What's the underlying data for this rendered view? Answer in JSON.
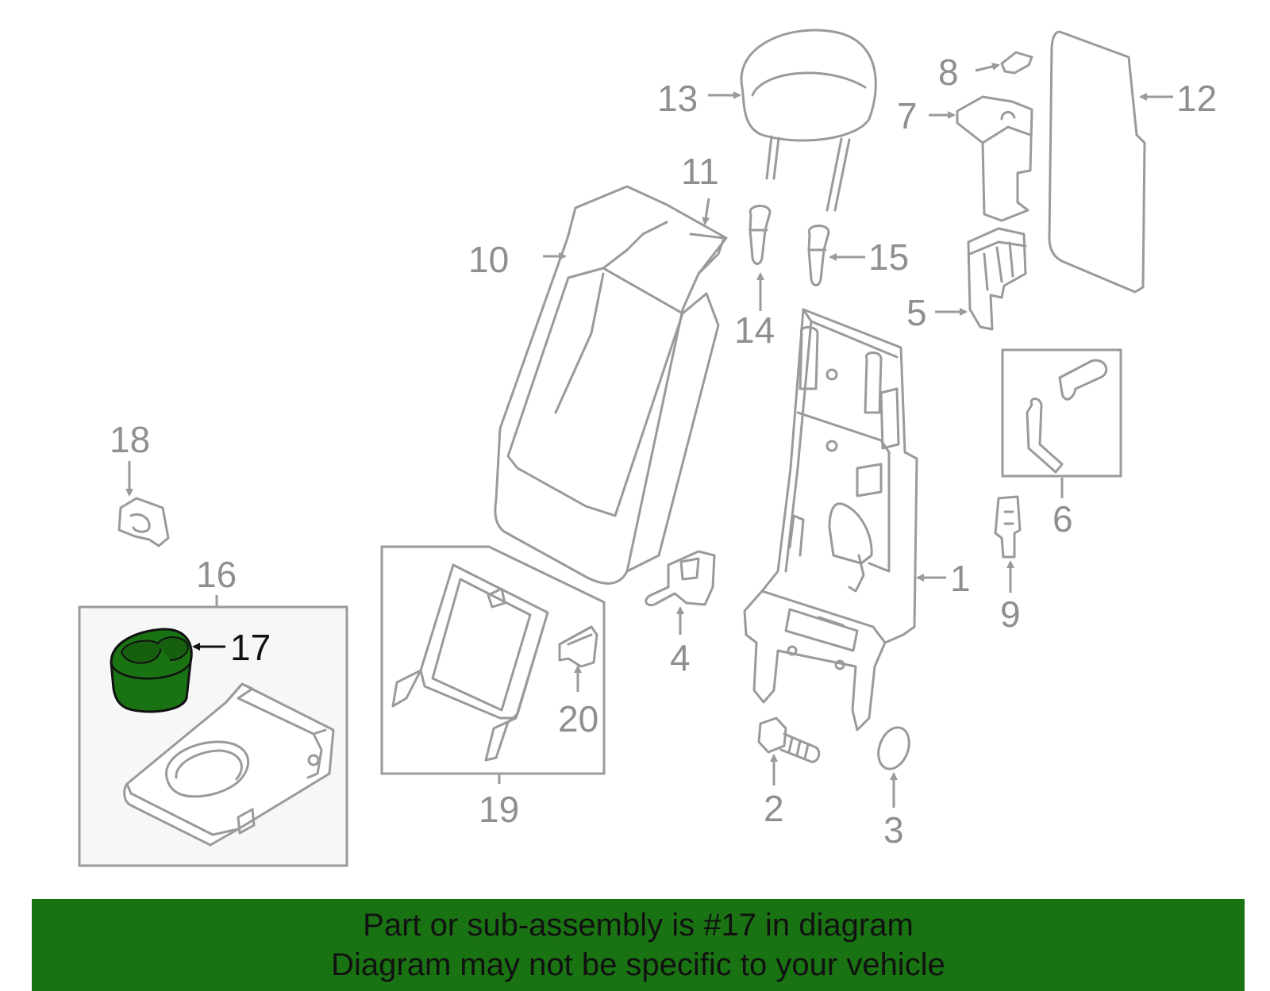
{
  "colors": {
    "highlight": "#1a7313",
    "line": "#9a9a9a",
    "label": "#8f8f8f",
    "box_fill": "#f7f7f7"
  },
  "callouts": {
    "c1": "1",
    "c2": "2",
    "c3": "3",
    "c4": "4",
    "c5": "5",
    "c6": "6",
    "c7": "7",
    "c8": "8",
    "c9": "9",
    "c10": "10",
    "c11": "11",
    "c12": "12",
    "c13": "13",
    "c14": "14",
    "c15": "15",
    "c16": "16",
    "c17": "17",
    "c18": "18",
    "c19": "19",
    "c20": "20"
  },
  "highlighted_part": "17",
  "footer": {
    "line1": "Part or sub-assembly is #17 in diagram",
    "line2": "Diagram may not be specific to your vehicle"
  }
}
